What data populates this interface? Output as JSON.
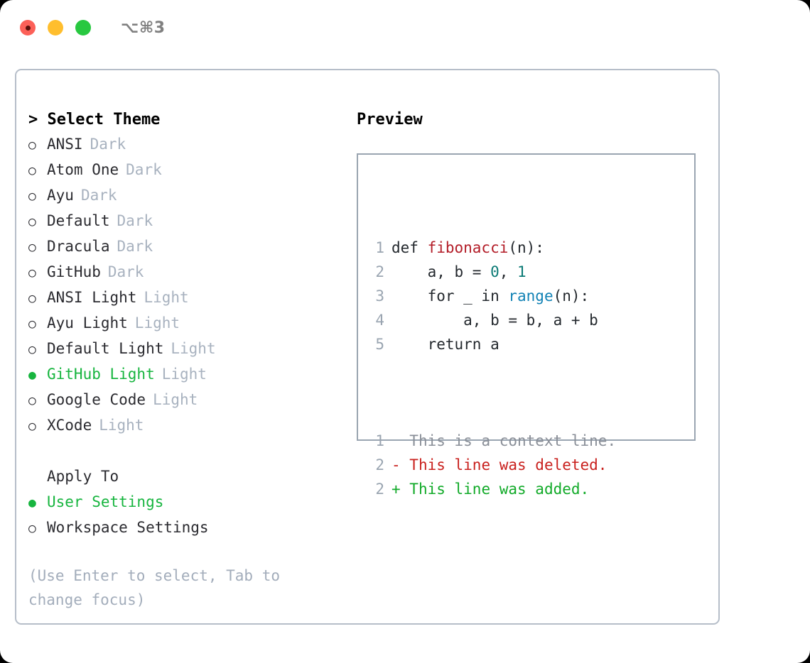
{
  "titlebar": {
    "shortcut": "⌥⌘3",
    "lights": [
      "close-red",
      "minimize-yellow",
      "maximize-green"
    ]
  },
  "theme_picker": {
    "header": "> Select Theme",
    "prompt_symbol": ">",
    "marker_unselected": "○",
    "marker_selected": "●",
    "accent_color": "#17b53f",
    "muted_color": "#a8b2bf",
    "items": [
      {
        "name": "ANSI",
        "suffix": "Dark",
        "selected": false
      },
      {
        "name": "Atom One",
        "suffix": "Dark",
        "selected": false
      },
      {
        "name": "Ayu",
        "suffix": "Dark",
        "selected": false
      },
      {
        "name": "Default",
        "suffix": "Dark",
        "selected": false
      },
      {
        "name": "Dracula",
        "suffix": "Dark",
        "selected": false
      },
      {
        "name": "GitHub",
        "suffix": "Dark",
        "selected": false
      },
      {
        "name": "ANSI Light",
        "suffix": "Light",
        "selected": false
      },
      {
        "name": "Ayu Light",
        "suffix": "Light",
        "selected": false
      },
      {
        "name": "Default Light",
        "suffix": "Light",
        "selected": false
      },
      {
        "name": "GitHub Light",
        "suffix": "Light",
        "selected": true
      },
      {
        "name": "Google Code",
        "suffix": "Light",
        "selected": false
      },
      {
        "name": "XCode",
        "suffix": "Light",
        "selected": false
      }
    ]
  },
  "apply_to": {
    "header": "Apply To",
    "options": [
      {
        "name": "User Settings",
        "selected": true
      },
      {
        "name": "Workspace Settings",
        "selected": false
      }
    ]
  },
  "hint": "(Use Enter to select, Tab to change focus)",
  "preview": {
    "header": "Preview",
    "code_lines": [
      {
        "number": "1",
        "tokens": [
          {
            "text": "def ",
            "type": "plain"
          },
          {
            "text": "fibonacci",
            "type": "fn"
          },
          {
            "text": "(n):",
            "type": "plain"
          }
        ]
      },
      {
        "number": "2",
        "tokens": [
          {
            "text": "    a, b = ",
            "type": "plain"
          },
          {
            "text": "0",
            "type": "num"
          },
          {
            "text": ", ",
            "type": "plain"
          },
          {
            "text": "1",
            "type": "num"
          }
        ]
      },
      {
        "number": "3",
        "tokens": [
          {
            "text": "    for _ in ",
            "type": "plain"
          },
          {
            "text": "range",
            "type": "call"
          },
          {
            "text": "(n):",
            "type": "plain"
          }
        ]
      },
      {
        "number": "4",
        "tokens": [
          {
            "text": "        a, b = b, a + b",
            "type": "plain"
          }
        ]
      },
      {
        "number": "5",
        "tokens": [
          {
            "text": "    return a",
            "type": "plain"
          }
        ]
      }
    ],
    "diff_lines": [
      {
        "number": "1",
        "marker": " ",
        "text": "This is a context line.",
        "kind": "context"
      },
      {
        "number": "2",
        "marker": "-",
        "text": "This line was deleted.",
        "kind": "deleted"
      },
      {
        "number": "2",
        "marker": "+",
        "text": "This line was added.",
        "kind": "added"
      }
    ],
    "colors": {
      "function": "#b31d28",
      "number": "#0b7a75",
      "call": "#1282b5",
      "context": "#8a8f98",
      "deleted": "#c9211e",
      "added": "#11aa28",
      "line_number": "#9aa5b1"
    }
  }
}
